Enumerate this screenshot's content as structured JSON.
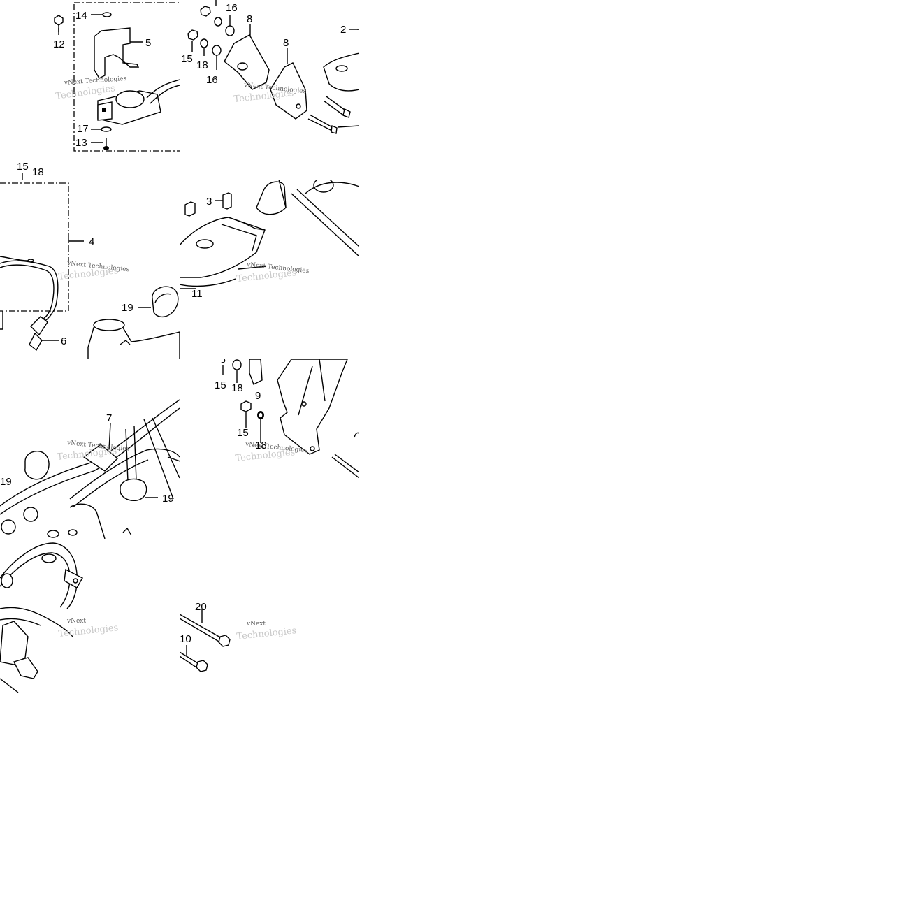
{
  "watermark": {
    "line1": "vNext Technologies",
    "line2": "Technologies",
    "short": "vNext"
  },
  "tiles": {
    "t1": {
      "callouts": {
        "c14": "14",
        "c5": "5",
        "c12": "12",
        "c17": "17",
        "c13": "13"
      }
    },
    "t2": {
      "callouts": {
        "c16a": "16",
        "c8a": "8",
        "c8b": "8",
        "c2": "2",
        "c15": "15",
        "c18": "18",
        "c16b": "16"
      }
    },
    "t3": {
      "callouts": {
        "c15": "15",
        "c18": "18",
        "c4": "4",
        "c19": "19",
        "c11": "11",
        "c6": "6"
      }
    },
    "t4": {
      "callouts": {
        "c3": "3",
        "c11": "11"
      }
    },
    "t5": {
      "callouts": {
        "c7": "7",
        "c19a": "19",
        "c19b": "19"
      }
    },
    "t6": {
      "callouts": {
        "c15a": "15",
        "c18a": "18",
        "c9": "9",
        "c15b": "15",
        "c18b": "18"
      }
    },
    "t7": {
      "callouts": {}
    },
    "t8": {
      "callouts": {
        "c20": "20",
        "c10": "10"
      }
    }
  }
}
